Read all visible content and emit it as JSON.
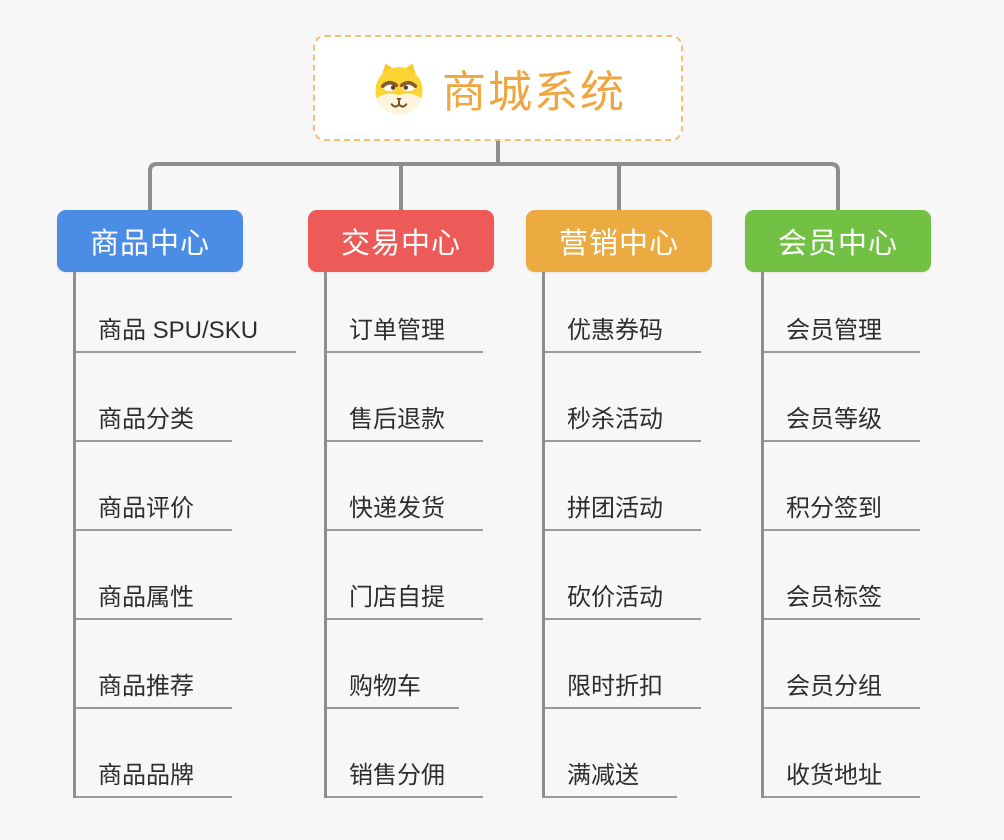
{
  "page": {
    "background": "#f7f7f7",
    "connector_color": "#8e8e8e"
  },
  "root": {
    "title": "商城系统",
    "icon": "shiba-dog-icon",
    "text_color": "#f0a63e",
    "border_color": "#f2c178"
  },
  "branches": [
    {
      "label": "商品中心",
      "color": "#4b8de4",
      "children": [
        "商品 SPU/SKU",
        "商品分类",
        "商品评价",
        "商品属性",
        "商品推荐",
        "商品品牌"
      ]
    },
    {
      "label": "交易中心",
      "color": "#ec5b58",
      "children": [
        "订单管理",
        "售后退款",
        "快递发货",
        "门店自提",
        "购物车",
        "销售分佣"
      ]
    },
    {
      "label": "营销中心",
      "color": "#ebab41",
      "children": [
        "优惠券码",
        "秒杀活动",
        "拼团活动",
        "砍价活动",
        "限时折扣",
        "满减送"
      ]
    },
    {
      "label": "会员中心",
      "color": "#72c044",
      "children": [
        "会员管理",
        "会员等级",
        "积分签到",
        "会员标签",
        "会员分组",
        "收货地址"
      ]
    }
  ]
}
